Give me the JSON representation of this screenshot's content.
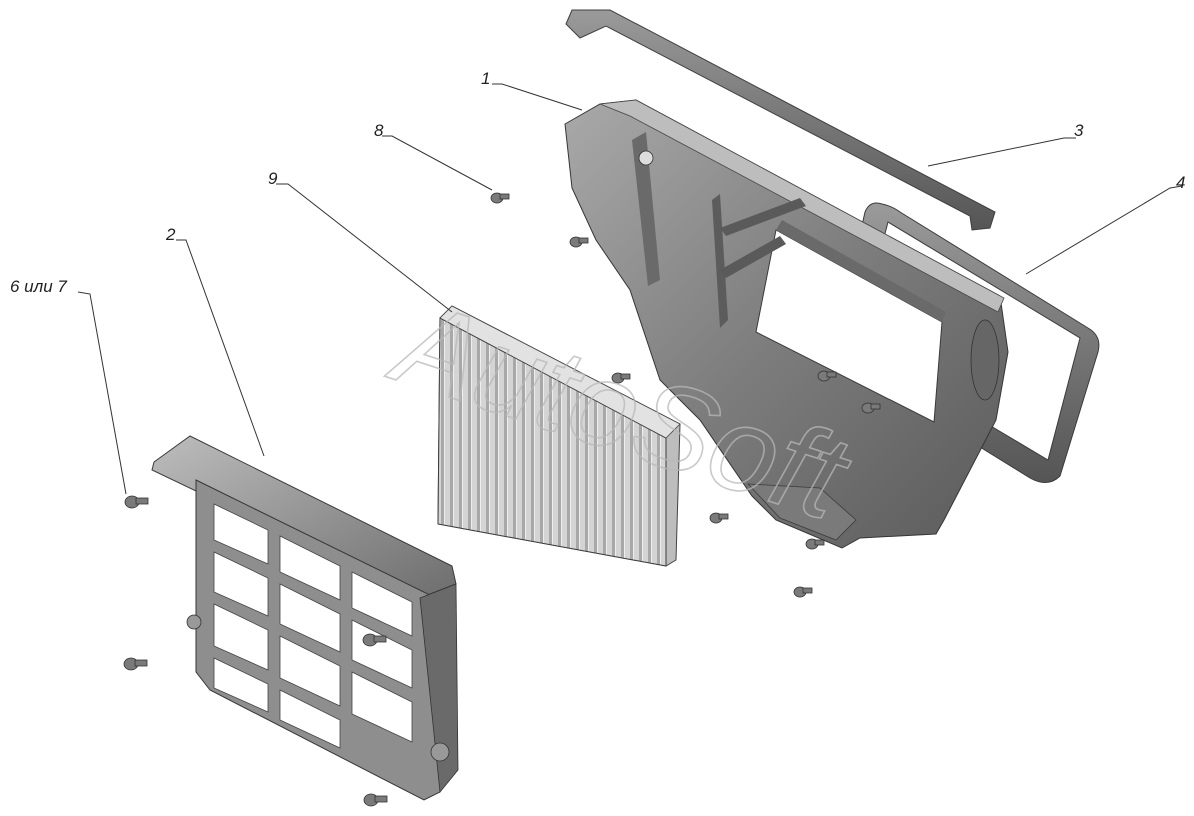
{
  "callouts": [
    {
      "id": "1",
      "text": "1"
    },
    {
      "id": "2",
      "text": "2"
    },
    {
      "id": "3",
      "text": "3"
    },
    {
      "id": "4",
      "text": "4"
    },
    {
      "id": "6-7",
      "text": "6 или 7"
    },
    {
      "id": "8",
      "text": "8"
    },
    {
      "id": "9",
      "text": "9"
    }
  ],
  "watermark": {
    "text": "AutoSoft"
  },
  "colors": {
    "part_fill": "#8c8c8c",
    "part_light": "#b5b5b5",
    "part_dark": "#5e5e5e",
    "filter_fill": "#cfcfcf",
    "line": "#333333"
  }
}
